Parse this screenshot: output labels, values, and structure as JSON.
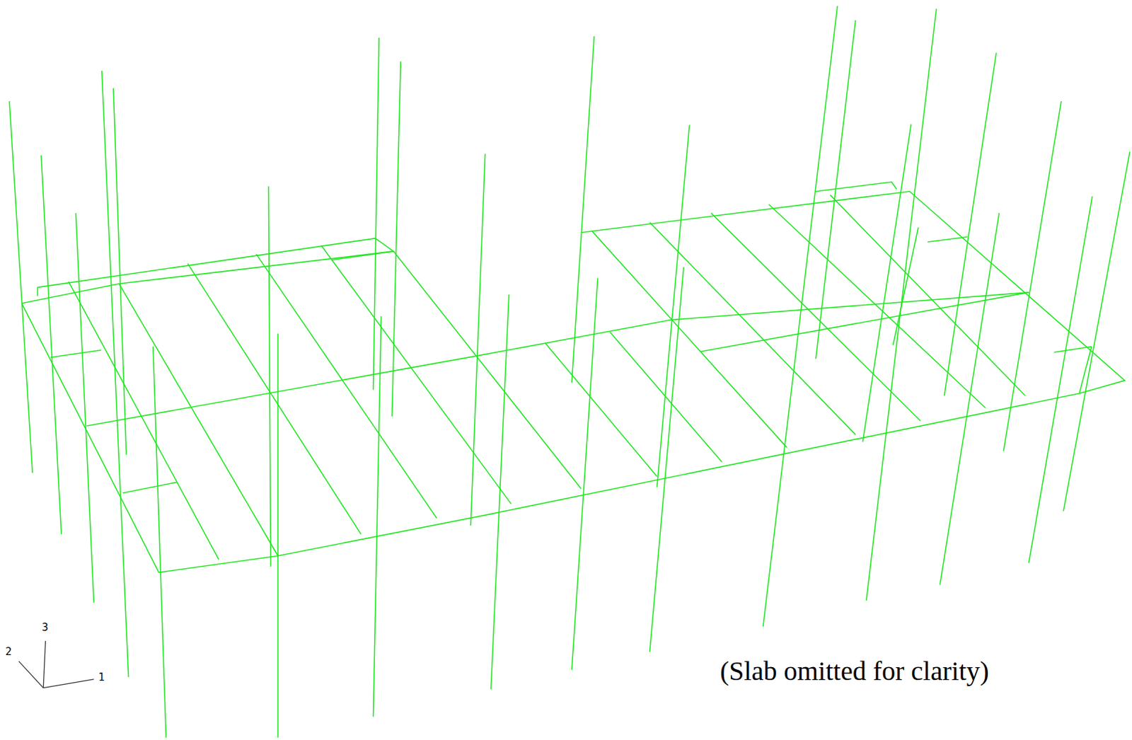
{
  "diagram": {
    "labels": [
      "3",
      "2",
      "1",
      "(Slab omitted for clarity)"
    ]
  }
}
